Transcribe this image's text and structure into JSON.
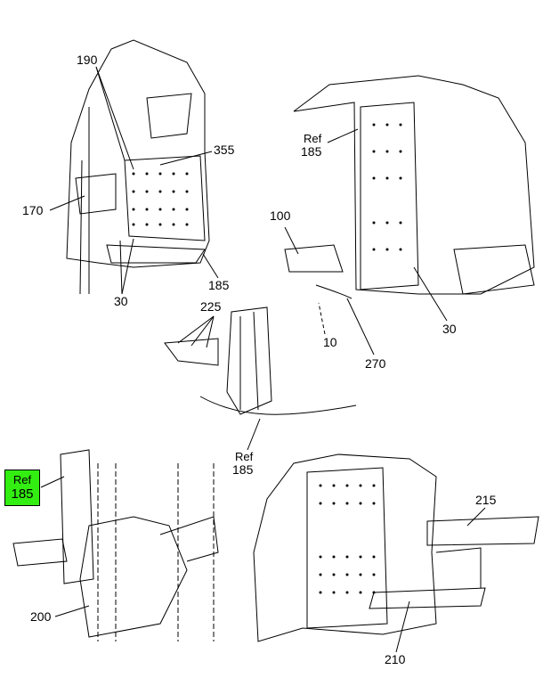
{
  "diagram": {
    "views": [
      {
        "name": "upper-left-view",
        "callouts": [
          "190",
          "355",
          "170",
          "30",
          "185"
        ]
      },
      {
        "name": "upper-right-view",
        "callouts": [
          "Ref",
          "185",
          "100",
          "30",
          "10",
          "270"
        ]
      },
      {
        "name": "center-view",
        "callouts": [
          "225",
          "Ref",
          "185"
        ]
      },
      {
        "name": "lower-left-view",
        "callouts": [
          "Ref",
          "185",
          "200"
        ]
      },
      {
        "name": "lower-right-view",
        "callouts": [
          "215",
          "210"
        ]
      }
    ],
    "labels": {
      "c190": "190",
      "c355": "355",
      "c170": "170",
      "c30a": "30",
      "c185a": "185",
      "ref_b": "Ref",
      "c185b": "185",
      "c100": "100",
      "c30b": "30",
      "c10": "10",
      "c270": "270",
      "c225": "225",
      "ref_c": "Ref",
      "c185c": "185",
      "ref_d": "Ref",
      "c185d": "185",
      "c200": "200",
      "c215": "215",
      "c210": "210"
    },
    "highlight_color": "#33ee11"
  }
}
